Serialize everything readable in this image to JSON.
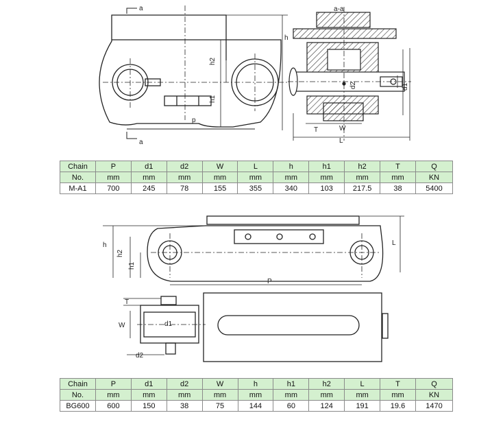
{
  "drawing1": {
    "labels": {
      "a_top": "a",
      "a_bottom": "a",
      "section": "a-a",
      "h": "h",
      "h2": "h2",
      "h1": "h1",
      "p": "p",
      "T": "T",
      "W": "W",
      "L": "L",
      "d1": "d1",
      "d2": "d2"
    }
  },
  "table1": {
    "headers": [
      {
        "top": "Chain",
        "unit": "No."
      },
      {
        "top": "P",
        "unit": "mm"
      },
      {
        "top": "d1",
        "unit": "mm"
      },
      {
        "top": "d2",
        "unit": "mm"
      },
      {
        "top": "W",
        "unit": "mm"
      },
      {
        "top": "L",
        "unit": "mm"
      },
      {
        "top": "h",
        "unit": "mm"
      },
      {
        "top": "h1",
        "unit": "mm"
      },
      {
        "top": "h2",
        "unit": "mm"
      },
      {
        "top": "T",
        "unit": "mm"
      },
      {
        "top": "Q",
        "unit": "KN"
      }
    ],
    "values": [
      "M-A1",
      "700",
      "245",
      "78",
      "155",
      "355",
      "340",
      "103",
      "217.5",
      "38",
      "5400"
    ]
  },
  "drawing2": {
    "labels": {
      "h": "h",
      "h2": "h2",
      "h1": "h1",
      "L": "L",
      "P": "P",
      "T": "T",
      "W": "W",
      "d1": "d1",
      "d2": "d2"
    }
  },
  "table2": {
    "headers": [
      {
        "top": "Chain",
        "unit": "No."
      },
      {
        "top": "P",
        "unit": "mm"
      },
      {
        "top": "d1",
        "unit": "mm"
      },
      {
        "top": "d2",
        "unit": "mm"
      },
      {
        "top": "W",
        "unit": "mm"
      },
      {
        "top": "h",
        "unit": "mm"
      },
      {
        "top": "h1",
        "unit": "mm"
      },
      {
        "top": "h2",
        "unit": "mm"
      },
      {
        "top": "L",
        "unit": "mm"
      },
      {
        "top": "T",
        "unit": "mm"
      },
      {
        "top": "Q",
        "unit": "KN"
      }
    ],
    "values": [
      "BG600",
      "600",
      "150",
      "38",
      "75",
      "144",
      "60",
      "124",
      "191",
      "19.6",
      "1470"
    ]
  }
}
